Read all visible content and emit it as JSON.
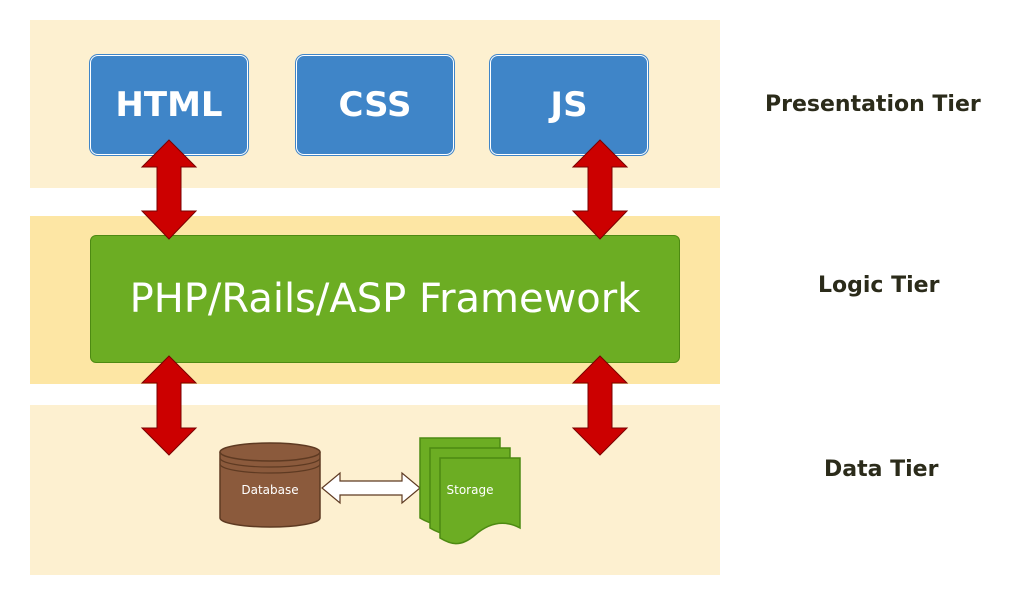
{
  "presentation_tier": {
    "label": "Presentation Tier",
    "boxes": [
      "HTML",
      "CSS",
      "JS"
    ]
  },
  "logic_tier": {
    "label": "Logic Tier",
    "framework": "PHP/Rails/ASP Framework"
  },
  "data_tier": {
    "label": "Data Tier",
    "database": "Database",
    "storage": "Storage"
  },
  "colors": {
    "band_light": "#fdf0d0",
    "band_logic": "#fde6a4",
    "tech_box": "#3f85c8",
    "framework": "#6cad23",
    "arrow": "#cc0000",
    "database": "#8b5a3c",
    "storage": "#6cad23"
  }
}
